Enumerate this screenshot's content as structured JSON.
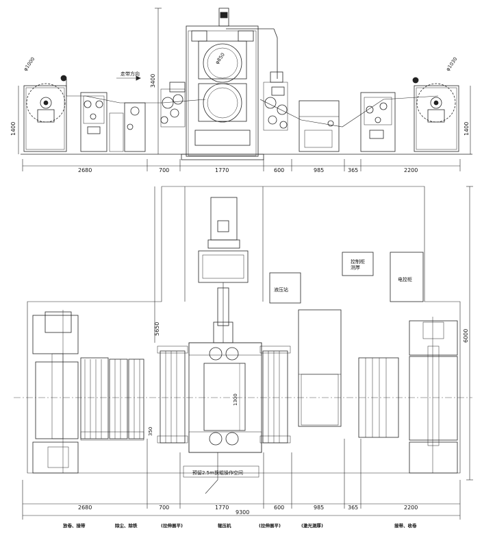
{
  "side_view": {
    "roll_dia_left": "φ1000",
    "roll_dia_right": "φ1030",
    "roll_dia_center": "φ850",
    "direction_label": "走带方向",
    "height_total": "3400",
    "height_left": "1400",
    "height_right": "1400",
    "dims": [
      "2680",
      "700",
      "1770",
      "600",
      "985",
      "365",
      "2200"
    ]
  },
  "plan_view": {
    "hydraulic_station": "液压站",
    "control_cabinet": "控制柜\n测厚",
    "electric_cabinet": "电控柜",
    "service_area_note": "预留2.5m换辊操作空间",
    "height_left": "5650",
    "height_right": "6000",
    "roll_width": "1300",
    "small_dim": "350",
    "dims": [
      "2680",
      "700",
      "1770",
      "600",
      "985",
      "365",
      "2200"
    ],
    "total_width": "9300",
    "section_labels": [
      "放卷、接带",
      "除尘、除铁",
      "(拉伸展平)",
      "辊压机",
      "(拉伸展平)",
      "(激光测厚)",
      "接带、收卷"
    ]
  }
}
